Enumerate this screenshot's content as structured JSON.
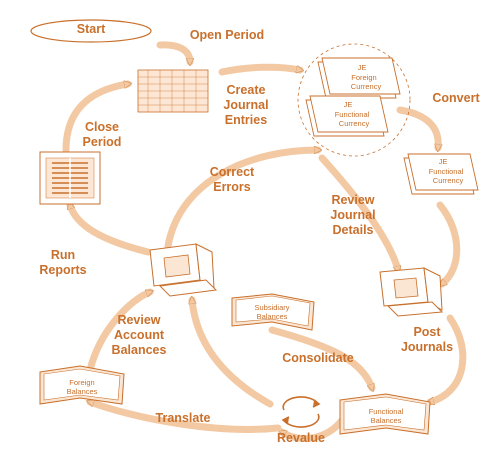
{
  "nodes": {
    "start": "Start",
    "open_period": "Open Period",
    "create_journal_entries": "Create\nJournal\nEntries",
    "convert": "Convert",
    "close_period": "Close\nPeriod",
    "correct_errors": "Correct\nErrors",
    "review_journal_details": "Review\nJournal\nDetails",
    "run_reports": "Run\nReports",
    "review_account_balances": "Review\nAccount\nBalances",
    "post_journals": "Post\nJournals",
    "consolidate": "Consolidate",
    "translate": "Translate",
    "revalue": "Revalue"
  },
  "documents": {
    "je_foreign": {
      "title": "JE",
      "line1": "Foreign",
      "line2": "Currency"
    },
    "je_functional": {
      "title": "JE",
      "line1": "Functional",
      "line2": "Currency"
    },
    "je_converted": {
      "title": "JE",
      "line1": "Functional",
      "line2": "Currency"
    },
    "subsidiary_balances": {
      "line1": "Subsidiary",
      "line2": "Balances"
    },
    "foreign_balances": {
      "line1": "Foreign",
      "line2": "Balances"
    },
    "functional_balances": {
      "line1": "Functional",
      "line2": "Balances"
    }
  },
  "colors": {
    "accent": "#c8702c",
    "arrow": "#f3c9a3",
    "arrow_stroke": "#d89a63",
    "fill": "#fbe6d3"
  }
}
